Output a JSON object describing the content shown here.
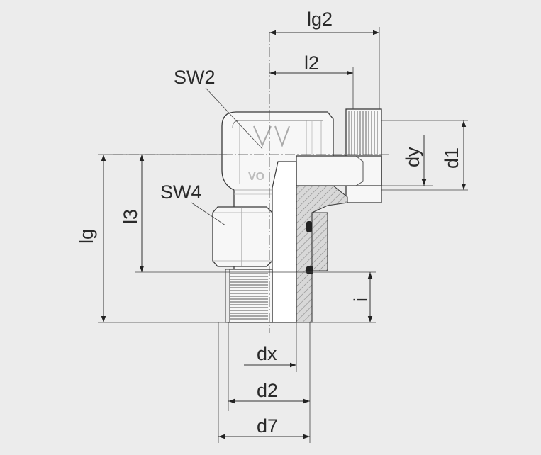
{
  "labels": {
    "lg2": "lg2",
    "l2": "l2",
    "sw2": "SW2",
    "sw4": "SW4",
    "dy": "dy",
    "d1": "d1",
    "l3": "l3",
    "lg": "lg",
    "i": "i",
    "dx": "dx",
    "d2": "d2",
    "d7": "d7"
  },
  "logo_text": "VO",
  "colors": {
    "background": "#ececec",
    "outline": "#3a3a3a",
    "hatch": "#777777"
  }
}
